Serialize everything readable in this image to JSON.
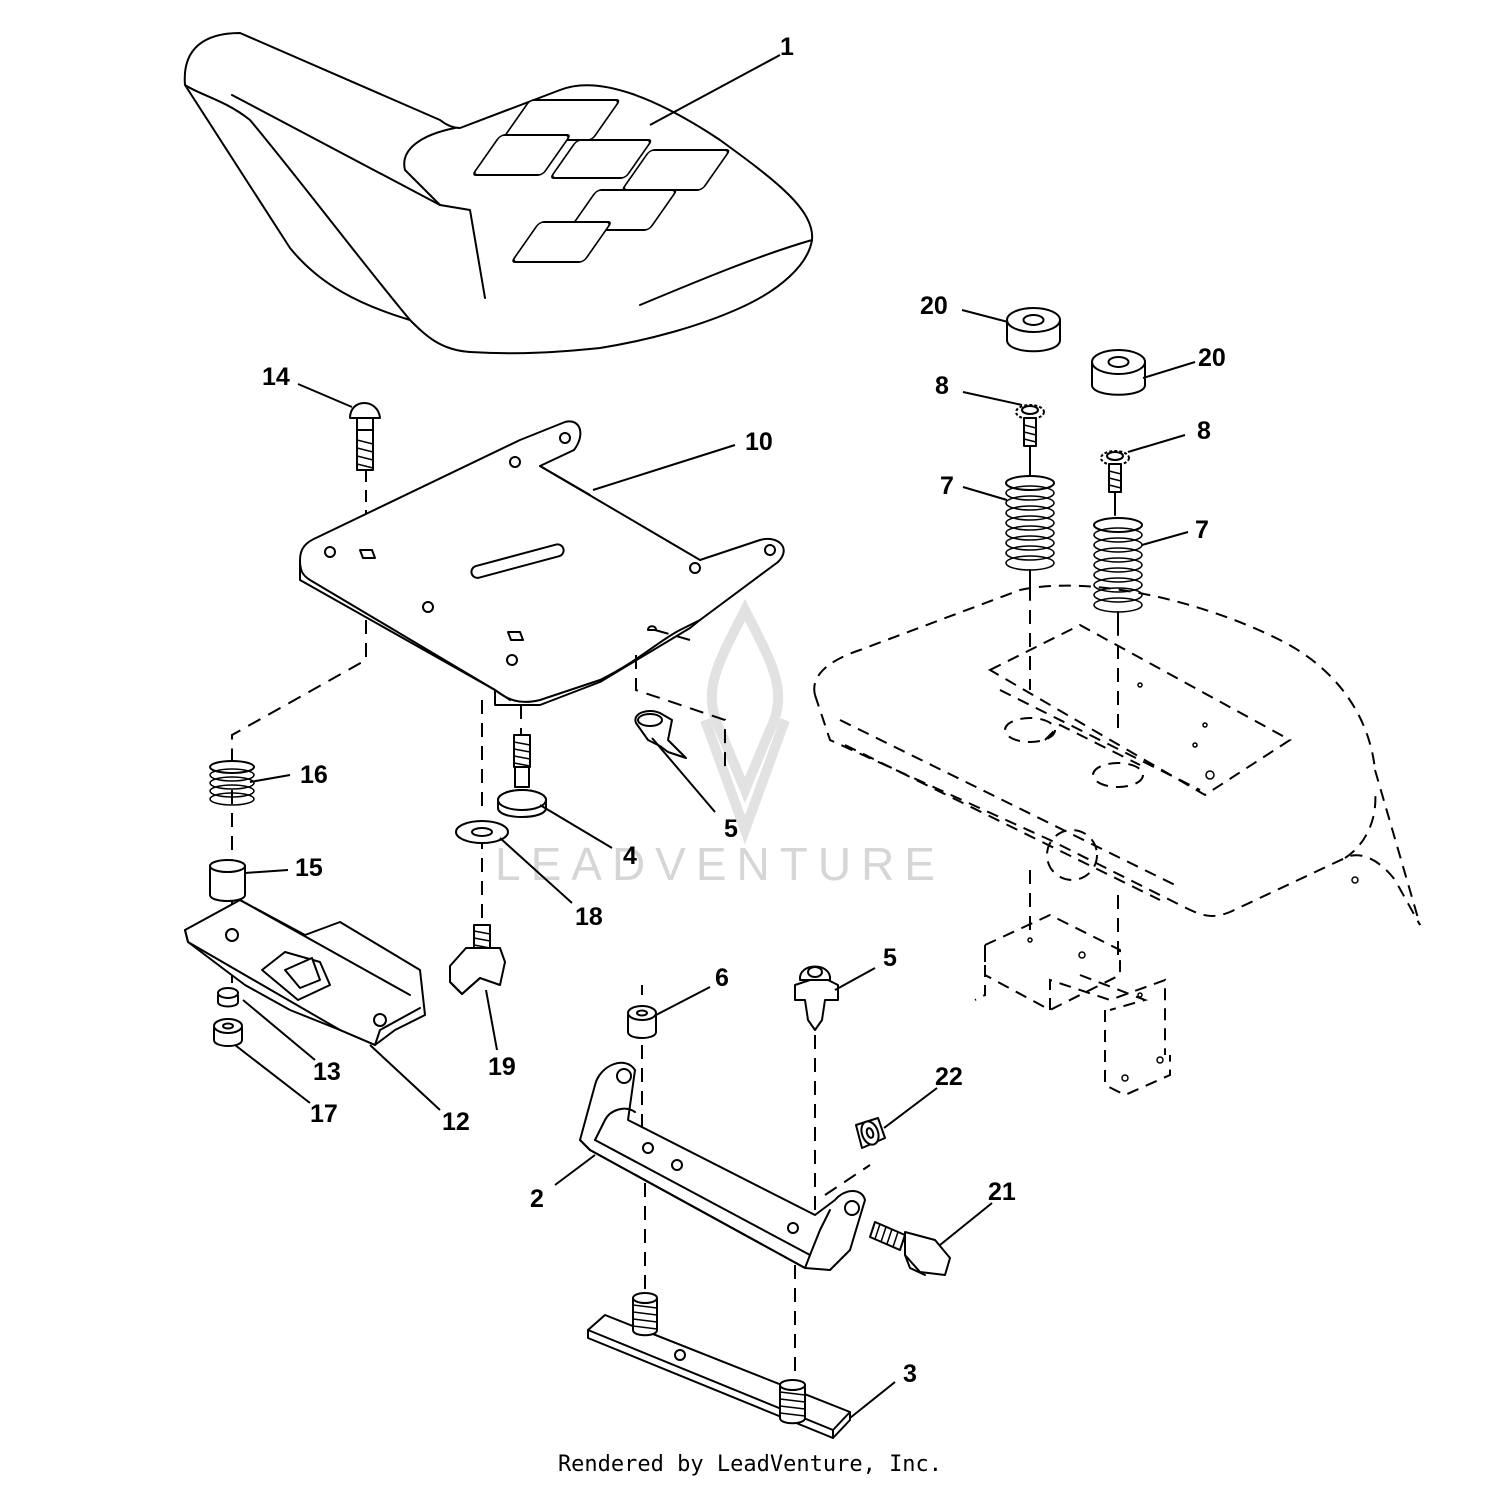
{
  "watermark": {
    "text": "LEADVENTURE"
  },
  "footer": {
    "text": "Rendered by LeadVenture, Inc."
  },
  "callouts": {
    "c1": "1",
    "c2": "2",
    "c3": "3",
    "c4": "4",
    "c5a": "5",
    "c5b": "5",
    "c6": "6",
    "c7a": "7",
    "c7b": "7",
    "c8a": "8",
    "c8b": "8",
    "c10": "10",
    "c12": "12",
    "c13": "13",
    "c14": "14",
    "c15": "15",
    "c16": "16",
    "c17": "17",
    "c18": "18",
    "c19": "19",
    "c20a": "20",
    "c20b": "20",
    "c21": "21",
    "c22": "22"
  }
}
